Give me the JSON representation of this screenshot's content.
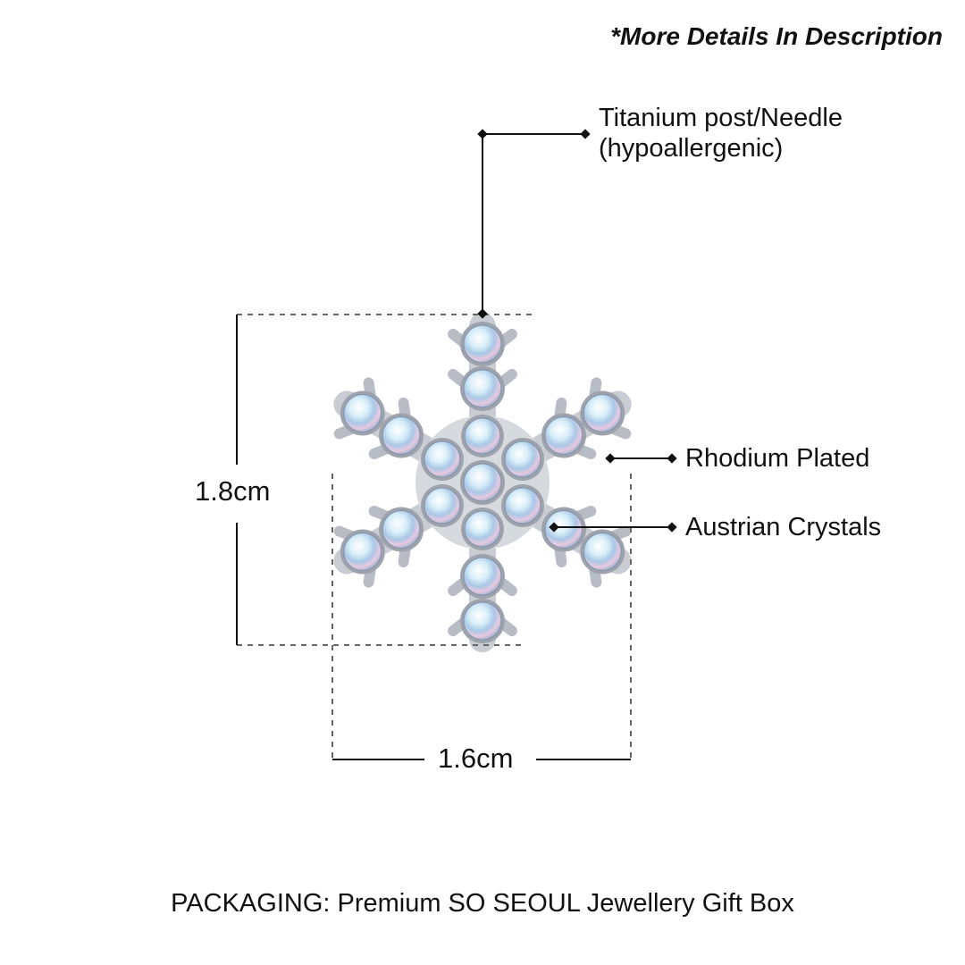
{
  "header": {
    "note": "*More Details In Description"
  },
  "callouts": {
    "post_line1": "Titanium post/Needle",
    "post_line2": "(hypoallergenic)",
    "plating": "Rhodium Plated",
    "crystals": "Austrian Crystals"
  },
  "dimensions": {
    "height": "1.8cm",
    "width": "1.6cm"
  },
  "footer": {
    "packaging": "PACKAGING: Premium SO SEOUL Jewellery Gift Box"
  },
  "colors": {
    "line": "#111111",
    "metal": "#c9ccd2",
    "crystal": "#bfe3f2"
  }
}
